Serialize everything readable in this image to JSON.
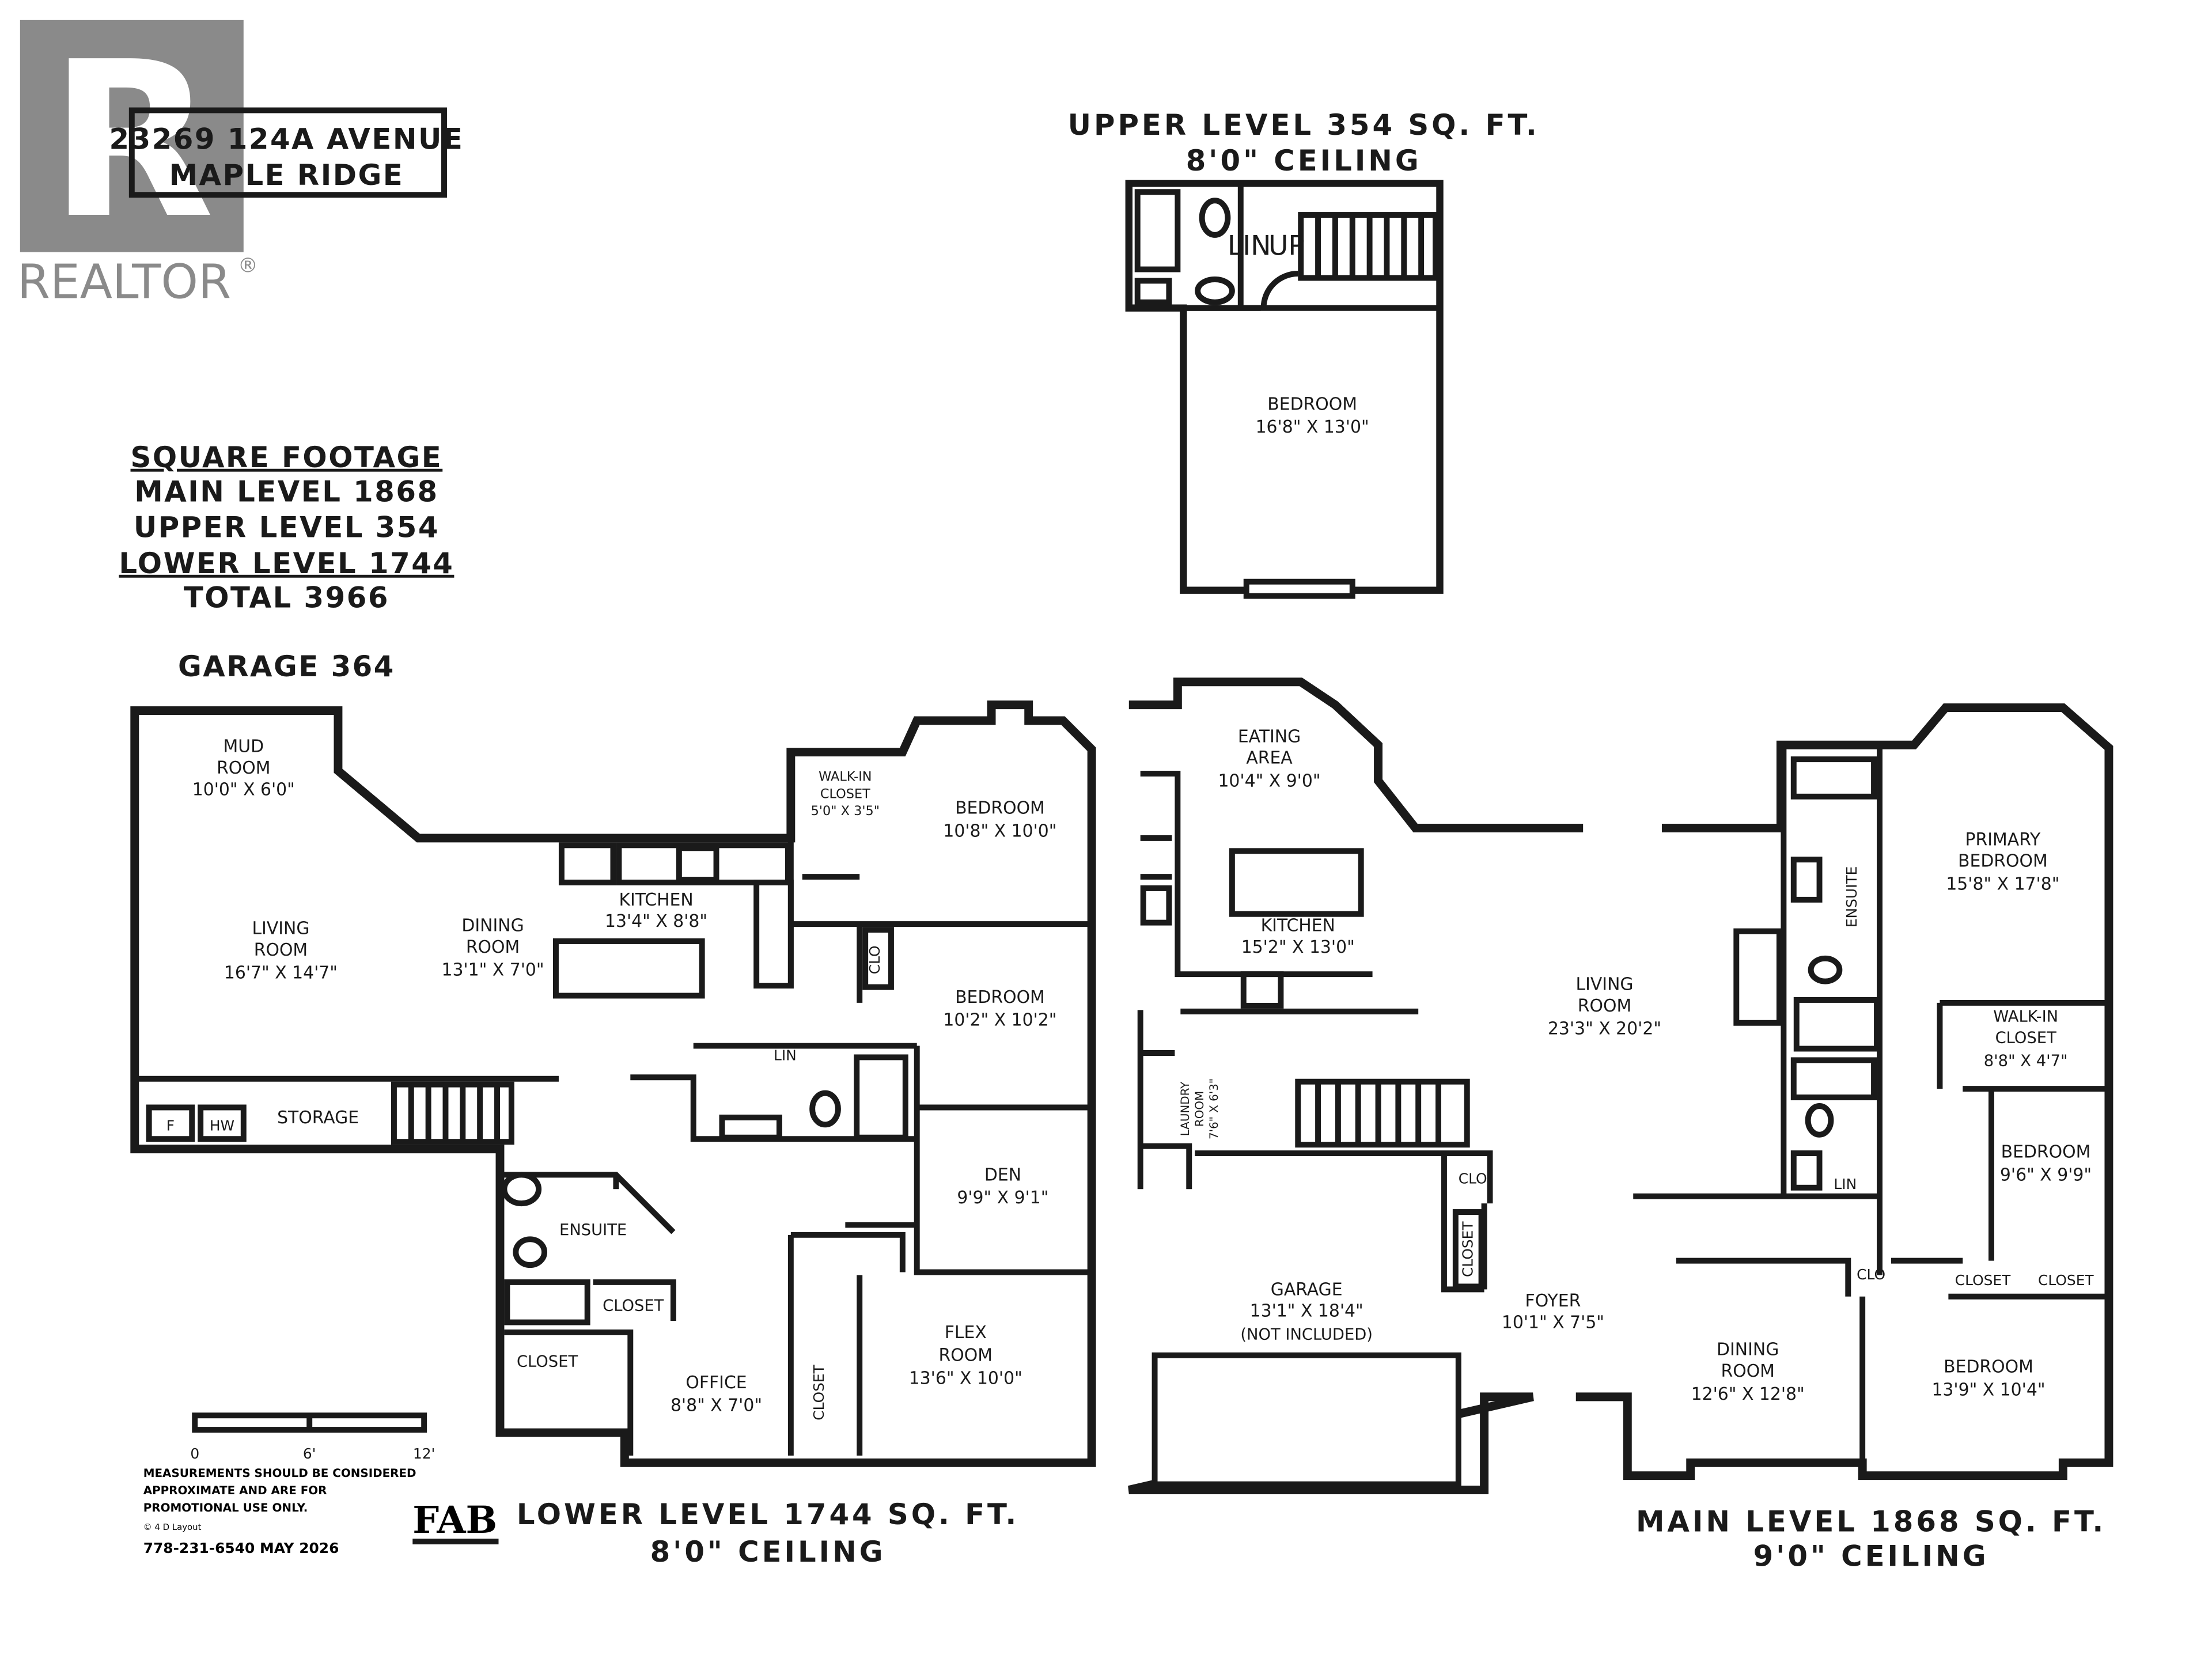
{
  "header": {
    "address_line1": "23269 124A AVENUE",
    "address_line2": "MAPLE RIDGE",
    "logo_text": "REALTOR",
    "logo_mark": "R",
    "registered": "®"
  },
  "square_footage": {
    "title": "SQUARE FOOTAGE",
    "main": "MAIN LEVEL 1868",
    "upper": "UPPER LEVEL 354",
    "lower": "LOWER LEVEL 1744",
    "total": "TOTAL 3966",
    "garage": "GARAGE 364"
  },
  "upper_level": {
    "title": "UPPER LEVEL 354 SQ. FT.",
    "ceiling": "8'0\" CEILING",
    "bedroom_name": "BEDROOM",
    "bedroom_dim": "16'8\" X 13'0\"",
    "lin": "LIN",
    "up": "UP"
  },
  "lower_level": {
    "title": "LOWER LEVEL 1744 SQ. FT.",
    "ceiling": "8'0\" CEILING",
    "mud_name": "MUD",
    "mud_name2": "ROOM",
    "mud_dim": "10'0\" X 6'0\"",
    "living_name": "LIVING",
    "living_name2": "ROOM",
    "living_dim": "16'7\" X 14'7\"",
    "dining_name": "DINING",
    "dining_name2": "ROOM",
    "dining_dim": "13'1\" X 7'0\"",
    "kitchen_name": "KITCHEN",
    "kitchen_dim": "13'4\" X 8'8\"",
    "wic_name": "WALK-IN",
    "wic_name2": "CLOSET",
    "wic_dim": "5'0\" X 3'5\"",
    "bed1_name": "BEDROOM",
    "bed1_dim": "10'8\" X 10'0\"",
    "clo": "CLO",
    "bed2_name": "BEDROOM",
    "bed2_dim": "10'2\" X 10'2\"",
    "lin": "LIN",
    "storage": "STORAGE",
    "f_box": "F",
    "hw_box": "HW",
    "den_name": "DEN",
    "den_dim": "9'9\" X 9'1\"",
    "ensuite": "ENSUITE",
    "closet1": "CLOSET",
    "closet2": "CLOSET",
    "closet3": "CLOSET",
    "office_name": "OFFICE",
    "office_dim": "8'8\" X 7'0\"",
    "flex_name": "FLEX",
    "flex_name2": "ROOM",
    "flex_dim": "13'6\" X 10'0\""
  },
  "main_level": {
    "title": "MAIN LEVEL 1868 SQ. FT.",
    "ceiling": "9'0\" CEILING",
    "eating_name": "EATING",
    "eating_name2": "AREA",
    "eating_dim": "10'4\" X 9'0\"",
    "kitchen_name": "KITCHEN",
    "kitchen_dim": "15'2\" X 13'0\"",
    "living_name": "LIVING",
    "living_name2": "ROOM",
    "living_dim": "23'3\" X 20'2\"",
    "laundry_name": "LAUNDRY",
    "laundry_name2": "ROOM",
    "laundry_dim": "7'6\" X 6'3\"",
    "garage_name": "GARAGE",
    "garage_dim": "13'1\" X 18'4\"",
    "garage_note": "(NOT INCLUDED)",
    "clo1": "CLO",
    "closet_v": "CLOSET",
    "foyer_name": "FOYER",
    "foyer_dim": "10'1\" X 7'5\"",
    "ensuite": "ENSUITE",
    "primary_name": "PRIMARY",
    "primary_name2": "BEDROOM",
    "primary_dim": "15'8\" X 17'8\"",
    "wic_name": "WALK-IN",
    "wic_name2": "CLOSET",
    "wic_dim": "8'8\" X 4'7\"",
    "bed_name": "BEDROOM",
    "bed_dim": "9'6\" X 9'9\"",
    "lin": "LIN",
    "clo2": "CLO",
    "closet_a": "CLOSET",
    "closet_b": "CLOSET",
    "dining_name": "DINING",
    "dining_name2": "ROOM",
    "dining_dim": "12'6\" X 12'8\"",
    "bed2_name": "BEDROOM",
    "bed2_dim": "13'9\" X 10'4\""
  },
  "footer": {
    "scale_0": "0",
    "scale_6": "6'",
    "scale_12": "12'",
    "disclaimer1": "MEASUREMENTS SHOULD BE CONSIDERED",
    "disclaimer2": "APPROXIMATE AND ARE FOR",
    "disclaimer3": "PROMOTIONAL USE ONLY.",
    "credit": "© 4 D Layout",
    "contact": "778-231-6540 MAY 2026",
    "brand": "FAB"
  }
}
